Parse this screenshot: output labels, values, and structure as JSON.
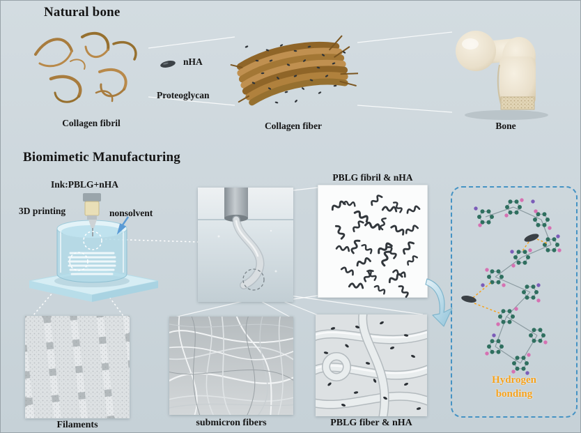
{
  "natural_bone": {
    "title": "Natural bone",
    "collagen_fibril_label": "Collagen fibril",
    "nha_label": "nHA",
    "proteoglycan_label": "Proteoglycan",
    "collagen_fiber_label": "Collagen fiber",
    "bone_label": "Bone"
  },
  "manufacturing": {
    "title": "Biomimetic Manufacturing",
    "ink_label": "Ink:PBLG+nHA",
    "printing_label": "3D printing",
    "nonsolvent_label": "nonsolvent",
    "pblg_fibril_label": "PBLG fibril & nHA",
    "filaments_label": "Filaments",
    "submicron_label": "submicron fibers",
    "pblg_fiber_label": "PBLG fiber & nHA",
    "hydrogen_line1": "Hydrogen",
    "hydrogen_line2": "bonding"
  },
  "colors": {
    "background": "#cdd7dc",
    "collagen_brown": "#a87c3e",
    "nha_dark": "#3c4247",
    "hydrogen_orange": "#f6a21d",
    "dashed_box_blue": "#4593c4",
    "nonsolvent_arrow_blue": "#5b9bd5",
    "bath_blue": "#bfe2ee",
    "atom_teal": "#2f6f5f",
    "atom_pink": "#d671b2",
    "atom_purple": "#7b5cb8"
  }
}
